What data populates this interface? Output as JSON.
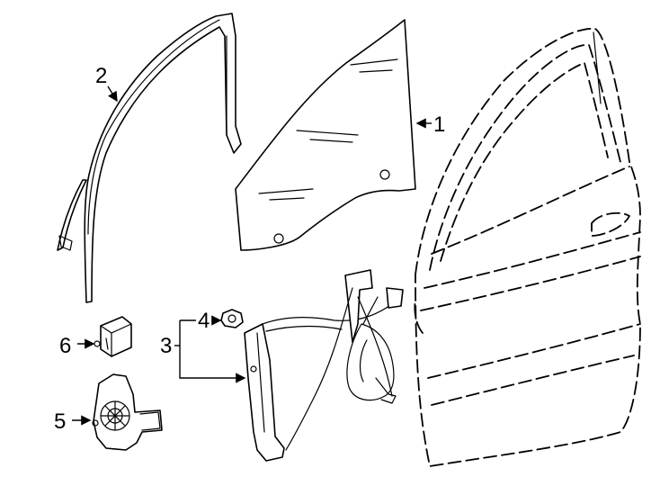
{
  "callouts": [
    {
      "id": "1",
      "text": "1"
    },
    {
      "id": "2",
      "text": "2"
    },
    {
      "id": "3",
      "text": "3"
    },
    {
      "id": "4",
      "text": "4"
    },
    {
      "id": "5",
      "text": "5"
    },
    {
      "id": "6",
      "text": "6"
    }
  ],
  "icons": [
    "door-shell",
    "door-glass",
    "glass-run-channel",
    "window-regulator",
    "regulator-nut",
    "regulator-motor",
    "motor-module"
  ]
}
